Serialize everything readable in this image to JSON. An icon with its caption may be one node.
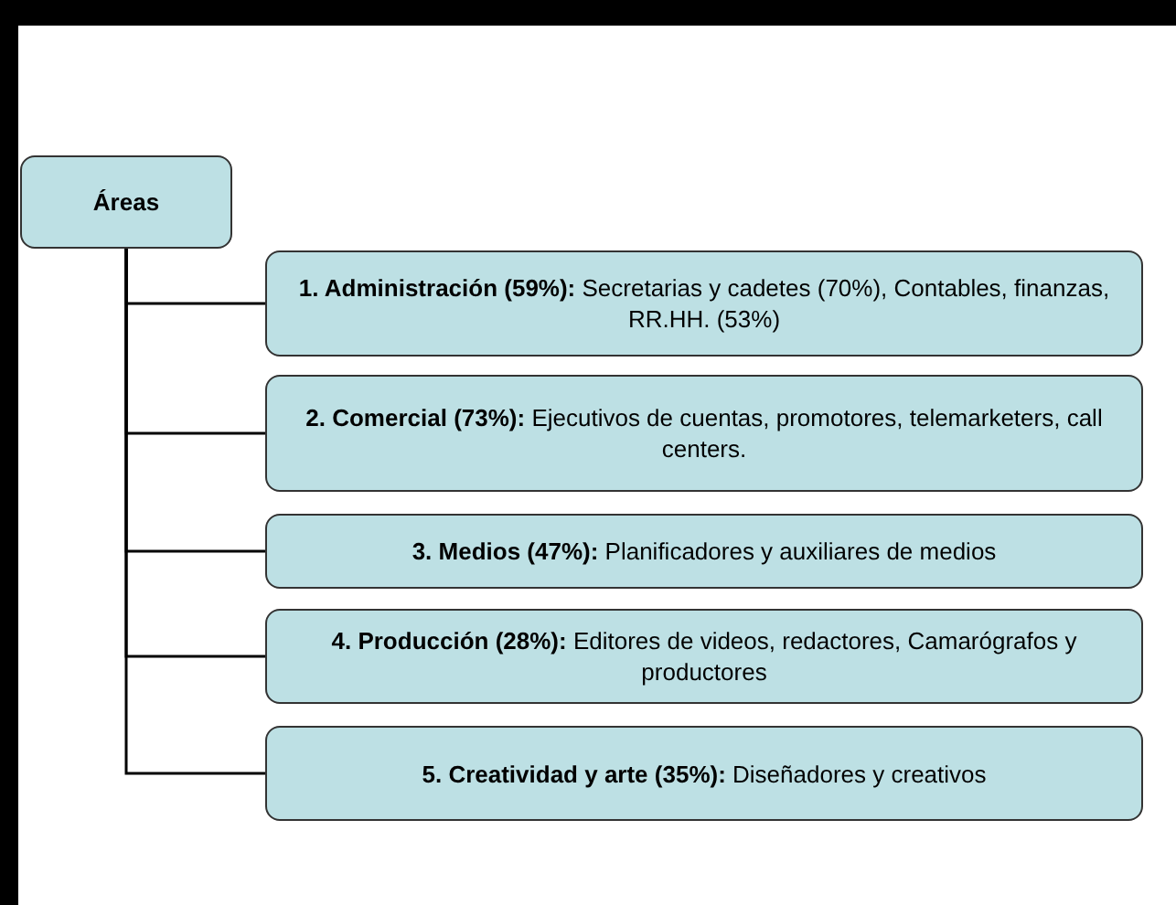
{
  "diagram": {
    "nodes": [
      {
        "text": [
          "Áreas"
        ]
      },
      {
        "text": [
          "**1.  Administración (59%):** Secretarias y cadetes (70%), Contables, finanzas, RR.HH. (53%)"
        ]
      },
      {
        "text": [
          "**2. Comercial (73%):** Ejecutivos de cuentas, promotores, telemarketers,  call centers."
        ]
      },
      {
        "text": [
          "**3. Medios (47%):** Planificadores y auxiliares de medios"
        ]
      },
      {
        "text": [
          "**4.  Producción (28%):** Editores de videos, redactores, Camarógrafos y productores"
        ]
      },
      {
        "text": [
          "**5. Creatividad y arte (35%):** Diseñadores y creativos"
        ]
      }
    ],
    "edges": [
      {
        "from": 0,
        "to": 1,
        "arrow": "none"
      },
      {
        "from": 0,
        "to": 2,
        "arrow": "none"
      },
      {
        "from": 0,
        "to": 3,
        "arrow": "none"
      },
      {
        "from": 0,
        "to": 4,
        "arrow": "none"
      },
      {
        "from": 0,
        "to": 5,
        "arrow": "none"
      }
    ]
  }
}
